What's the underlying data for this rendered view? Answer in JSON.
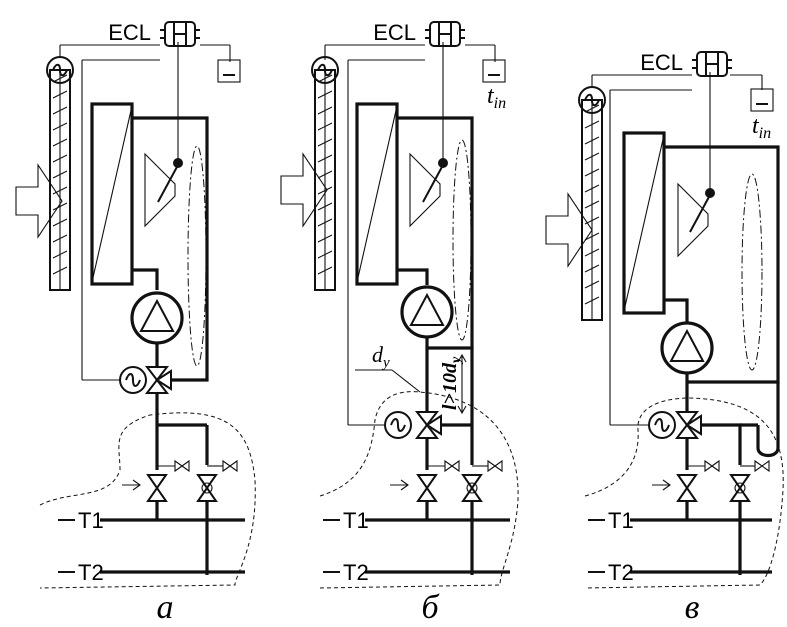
{
  "figure": {
    "panels": [
      {
        "id": "a",
        "controller_label": "ECL",
        "caption": "а",
        "supply_label": "T1",
        "return_label": "T2",
        "sensor_label": "",
        "diameter_label": "",
        "length_label": ""
      },
      {
        "id": "b",
        "controller_label": "ECL",
        "caption": "б",
        "supply_label": "T1",
        "return_label": "T2",
        "sensor_label": "t",
        "sensor_sub": "in",
        "diameter_label": "d",
        "diameter_sub": "y",
        "length_label": "l>10d",
        "length_sub": "y"
      },
      {
        "id": "c",
        "controller_label": "ECL",
        "caption": "в",
        "supply_label": "T1",
        "return_label": "T2",
        "sensor_label": "t",
        "sensor_sub": "in",
        "diameter_label": "",
        "length_label": ""
      }
    ]
  }
}
